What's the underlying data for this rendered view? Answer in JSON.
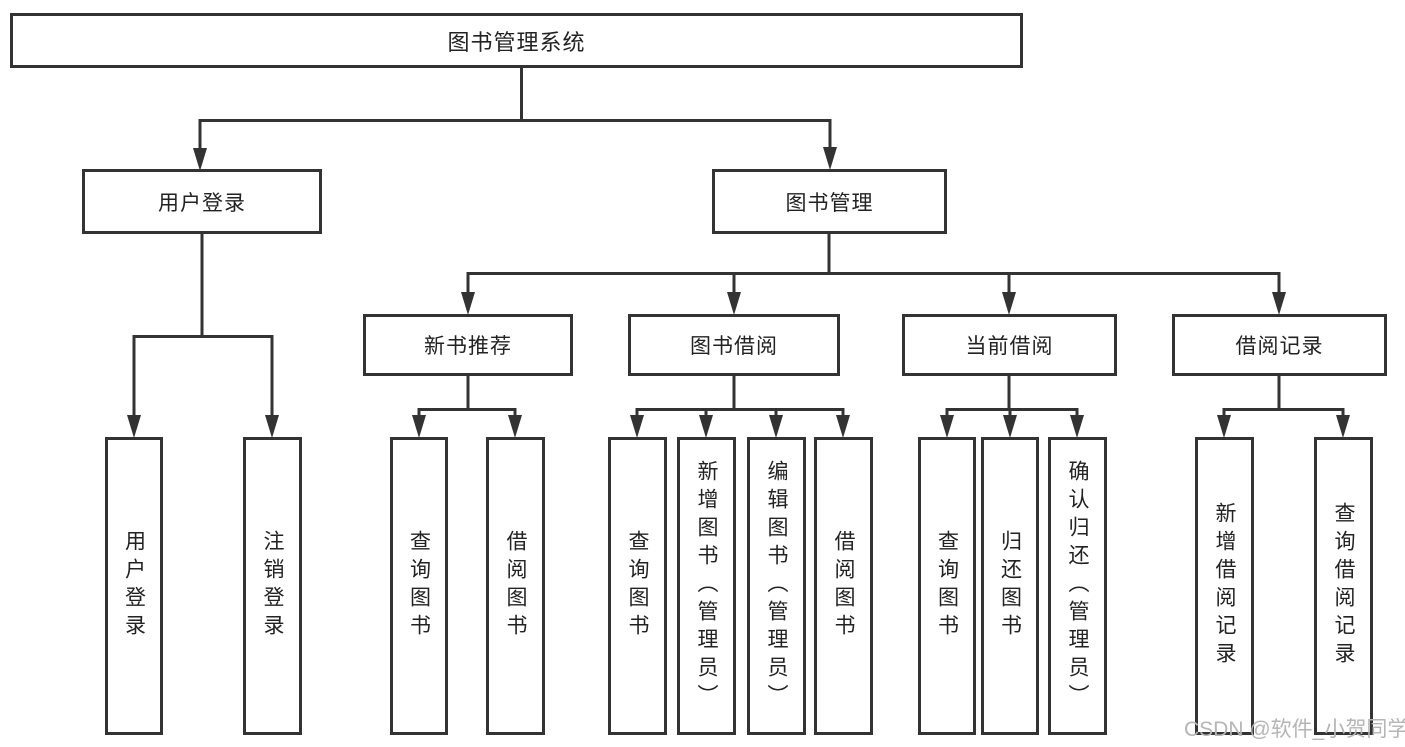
{
  "colors": {
    "line": "#333333",
    "box_border": "#333333",
    "text": "#222222",
    "watermark": "#b5b5b5",
    "background": "#ffffff"
  },
  "watermark": {
    "text": "CSDN @软件_小贺同学"
  },
  "chart_data": {
    "type": "table",
    "title": "图书管理系统功能结构图",
    "hierarchy": {
      "图书管理系统": {
        "用户登录": [
          "用户登录",
          "注销登录"
        ],
        "图书管理": {
          "新书推荐": [
            "查询图书",
            "借阅图书"
          ],
          "图书借阅": [
            "查询图书",
            "新增图书（管理员）",
            "编辑图书（管理员）",
            "借阅图书"
          ],
          "当前借阅": [
            "查询图书",
            "归还图书",
            "确认归还（管理员）"
          ],
          "借阅记录": [
            "新增借阅记录",
            "查询借阅记录"
          ]
        }
      }
    }
  },
  "diagram": {
    "root": {
      "label": "图书管理系统"
    },
    "level2": {
      "user_login": {
        "label": "用户登录"
      },
      "book_mgmt": {
        "label": "图书管理"
      }
    },
    "level3": {
      "new_book_rec": {
        "label": "新书推荐"
      },
      "book_borrow": {
        "label": "图书借阅"
      },
      "current_borrow": {
        "label": "当前借阅"
      },
      "borrow_record": {
        "label": "借阅记录"
      }
    },
    "leaves": {
      "user_login_leaf": {
        "label": "用户登录"
      },
      "logout_leaf": {
        "label": "注销登录"
      },
      "query_book_rec": {
        "label": "查询图书"
      },
      "borrow_book_rec": {
        "label": "借阅图书"
      },
      "query_book_borrow": {
        "label": "查询图书"
      },
      "add_book_admin": {
        "label": "新增图书（管理员）"
      },
      "edit_book_admin": {
        "label": "编辑图书（管理员）"
      },
      "borrow_book_leaf": {
        "label": "借阅图书"
      },
      "query_book_current": {
        "label": "查询图书"
      },
      "return_book": {
        "label": "归还图书"
      },
      "confirm_return_admin": {
        "label": "确认归还（管理员）"
      },
      "add_borrow_record": {
        "label": "新增借阅记录"
      },
      "query_borrow_record": {
        "label": "查询借阅记录"
      }
    }
  }
}
